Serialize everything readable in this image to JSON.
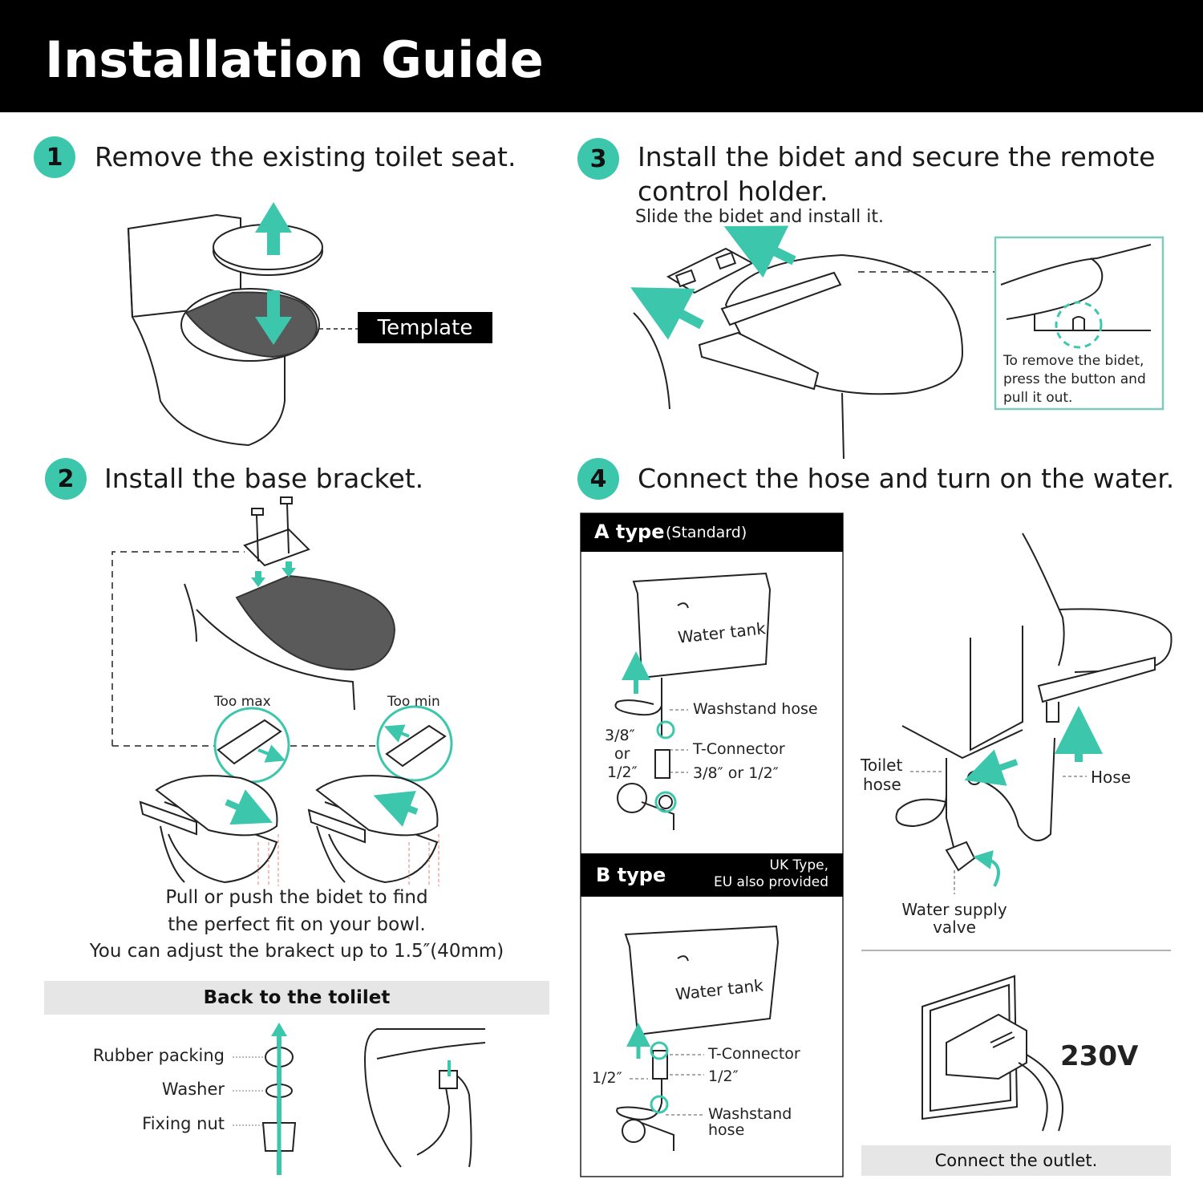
{
  "header": {
    "title": "Installation Guide"
  },
  "step1": {
    "num": "1",
    "title": "Remove the existing toilet seat.",
    "template_label": "Template"
  },
  "step2": {
    "num": "2",
    "title": "Install the base bracket.",
    "too_max": "Too max",
    "too_min": "Too min",
    "desc_line1": "Pull or push the bidet to find",
    "desc_line2": "the perfect fit on your bowl.",
    "desc_line3": "You can adjust the brakect up to 1.5″(40mm)",
    "back_title": "Back to the tolilet",
    "parts": [
      "Rubber packing",
      "Washer",
      "Fixing nut"
    ]
  },
  "step3": {
    "num": "3",
    "title_line1": "Install the bidet and secure the remote",
    "title_line2": "control holder.",
    "subtitle": "Slide the bidet and install it.",
    "note_line1": "To remove the bidet,",
    "note_line2": "press the button and",
    "note_line3": "pull it out."
  },
  "step4": {
    "num": "4",
    "title": "Connect the hose and turn on the water.",
    "a_type": {
      "label": "A type",
      "sub": "(Standard)",
      "water_tank": "Water tank",
      "washstand_hose": "Washstand hose",
      "size_a": "3/8″",
      "size_or": "or",
      "size_b": "1/2″",
      "t_connector": "T-Connector",
      "t_size": "3/8″ or 1/2″"
    },
    "b_type": {
      "label": "B type",
      "sub_line1": "UK Type,",
      "sub_line2": "EU also provided",
      "water_tank": "Water tank",
      "t_connector": "T-Connector",
      "t_size": "1/2″",
      "left_size": "1/2″",
      "washstand_line1": "Washstand",
      "washstand_line2": "hose"
    },
    "toilet_hose_line1": "Toilet",
    "toilet_hose_line2": "hose",
    "hose": "Hose",
    "valve_line1": "Water supply",
    "valve_line2": "valve",
    "voltage": "230V",
    "outlet": "Connect the outlet."
  },
  "colors": {
    "accent": "#3cc7ad",
    "header_bg": "#000000",
    "seat_gray": "#5a5a5a",
    "bar_gray": "#e6e6e6"
  }
}
